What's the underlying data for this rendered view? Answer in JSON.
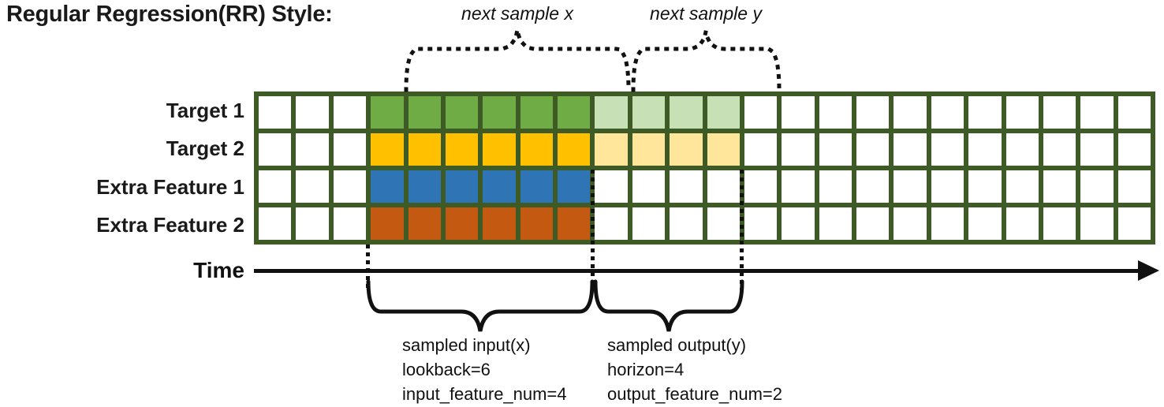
{
  "title": "Regular Regression(RR) Style:",
  "colors": {
    "grid_line": "#3E5B26",
    "target1_input": "#6FAC46",
    "target1_output": "#C8E0B6",
    "target2_input": "#FFC000",
    "target2_output": "#FFE69B",
    "feature1_input": "#2F75B6",
    "feature2_input": "#C45A11",
    "annotation": "#111111"
  },
  "grid": {
    "columns": 24,
    "input_start_col": 3,
    "input_end_col": 8,
    "output_start_col": 9,
    "output_end_col": 12,
    "rows": [
      {
        "label": "Target 1",
        "input_color": "#6FAC46",
        "output_color": "#C8E0B6"
      },
      {
        "label": "Target 2",
        "input_color": "#FFC000",
        "output_color": "#FFE69B"
      },
      {
        "label": "Extra Feature 1",
        "input_color": "#2F75B6",
        "output_color": null
      },
      {
        "label": "Extra Feature 2",
        "input_color": "#C45A11",
        "output_color": null
      }
    ]
  },
  "annotations": {
    "next_sample_x": "next sample x",
    "next_sample_y": "next sample y",
    "time_label": "Time",
    "input_block": {
      "line1": "sampled input(x)",
      "line2": "lookback=6",
      "line3": "input_feature_num=4"
    },
    "output_block": {
      "line1": "sampled output(y)",
      "line2": "horizon=4",
      "line3": "output_feature_num=2"
    }
  }
}
